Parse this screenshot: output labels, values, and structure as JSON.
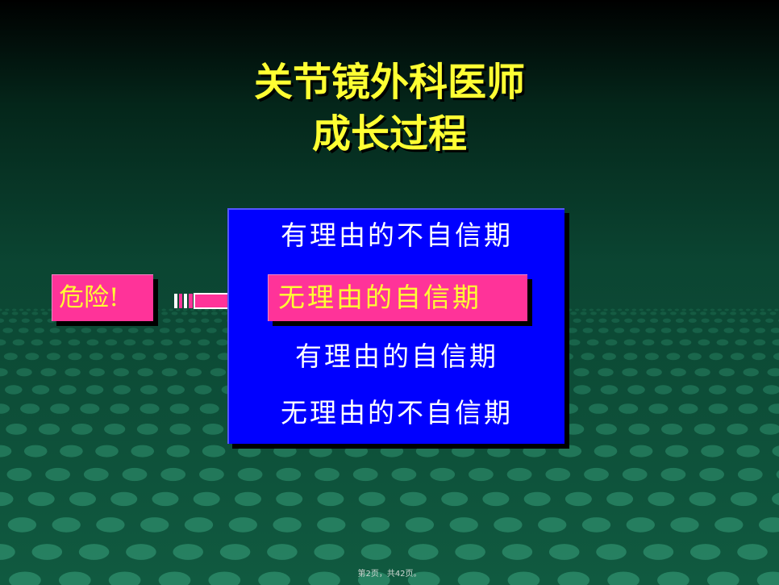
{
  "title": {
    "line1": "关节镜外科医师",
    "line2": "成长过程"
  },
  "stages": [
    "有理由的不自信期",
    "无理由的自信期",
    "有理由的自信期",
    "无理由的不自信期"
  ],
  "danger_label": "危险!",
  "footer": "第2页，共42页。",
  "colors": {
    "title": "#ffff33",
    "stage_box": "#0000ff",
    "highlight": "#ff3399",
    "highlight_text": "#ffff33",
    "background_top": "#000000",
    "background_bottom": "#105a40",
    "floor_dots": "#2c8a69"
  },
  "icons": {
    "arrow": "right-arrow-icon"
  }
}
